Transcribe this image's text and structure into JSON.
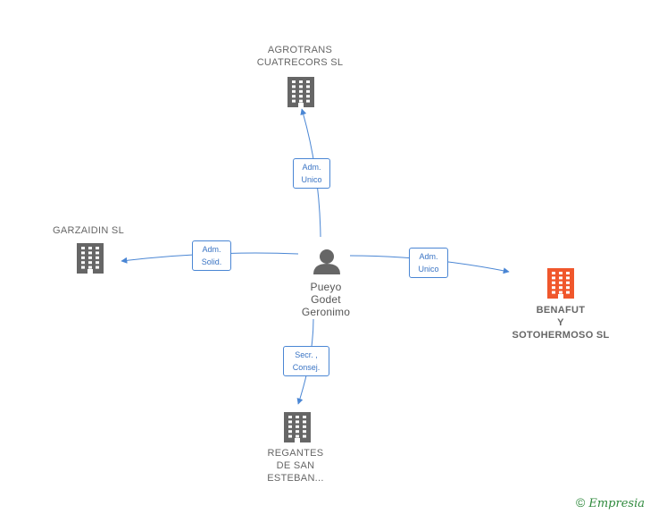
{
  "center": {
    "label_lines": [
      "Pueyo",
      "Godet",
      "Geronimo"
    ],
    "icon": "person-icon"
  },
  "nodes": [
    {
      "id": "agrotrans",
      "label_lines": [
        "AGROTRANS",
        "CUATRECORS SL"
      ],
      "icon": "building-icon",
      "color": "#666666"
    },
    {
      "id": "garzaidin",
      "label_lines": [
        "GARZAIDIN SL"
      ],
      "icon": "building-icon",
      "color": "#666666"
    },
    {
      "id": "benafut",
      "label_lines": [
        "BENAFUT",
        "Y",
        "SOTOHERMOSO SL"
      ],
      "icon": "building-icon",
      "color": "#f0572c"
    },
    {
      "id": "regantes",
      "label_lines": [
        "REGANTES",
        "DE SAN",
        "ESTEBAN..."
      ],
      "icon": "building-icon",
      "color": "#666666"
    }
  ],
  "edges": [
    {
      "to": "agrotrans",
      "label_lines": [
        "Adm.",
        "Unico"
      ]
    },
    {
      "to": "garzaidin",
      "label_lines": [
        "Adm.",
        "Solid."
      ]
    },
    {
      "to": "benafut",
      "label_lines": [
        "Adm.",
        "Unico"
      ]
    },
    {
      "to": "regantes",
      "label_lines": [
        "Secr. ,",
        "Consej."
      ]
    }
  ],
  "colors": {
    "edge": "#4a86d4",
    "building_default": "#666666",
    "building_highlight": "#f0572c",
    "person": "#666666",
    "brand": "#2f8a3d"
  },
  "footer": {
    "copyright_symbol": "©",
    "brand": "Empresia"
  }
}
